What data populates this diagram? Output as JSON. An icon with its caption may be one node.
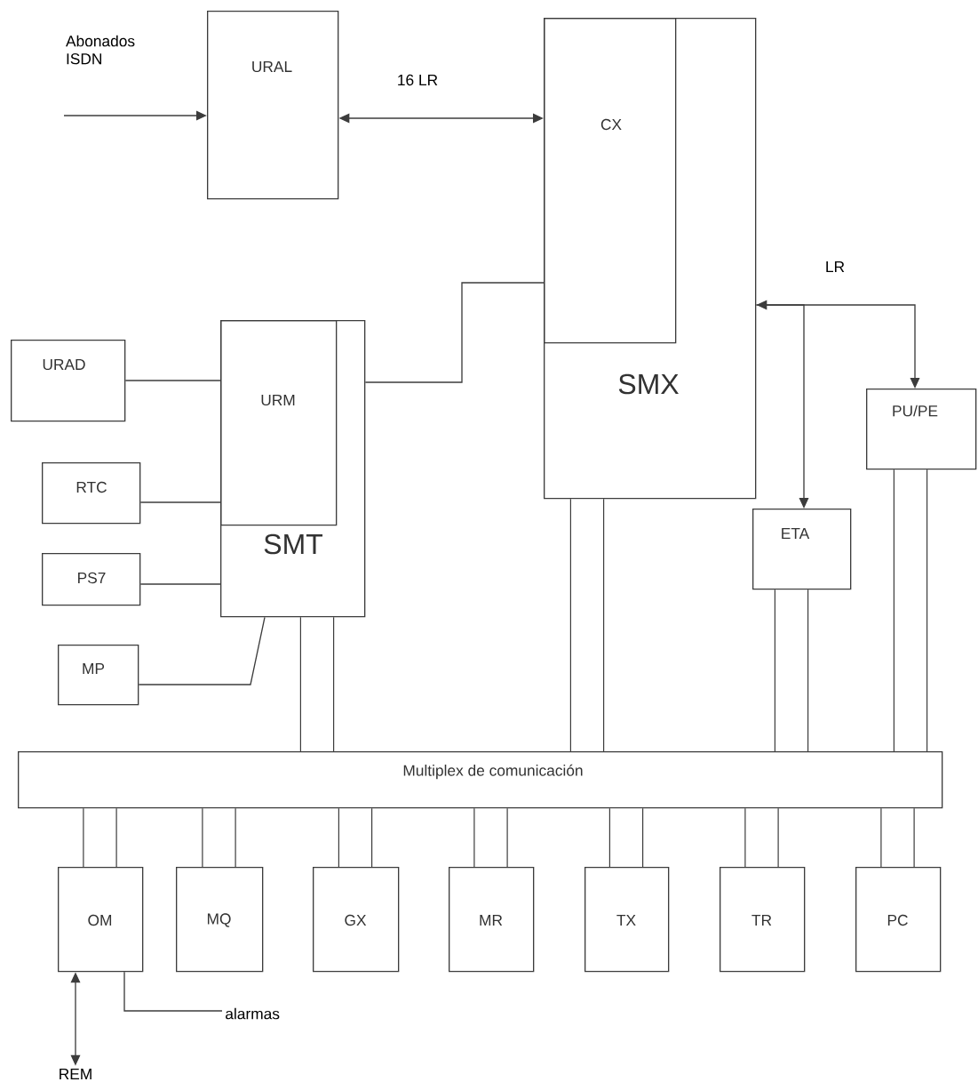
{
  "diagram": {
    "nodes": [
      {
        "text": [
          "Abonados ISDN"
        ]
      },
      {
        "text": [
          "URAL"
        ]
      },
      {
        "text": [
          "SMX"
        ]
      },
      {
        "text": [
          "CX"
        ],
        "in": 2
      },
      {
        "text": [
          "URAD"
        ]
      },
      {
        "text": [
          "SMT"
        ]
      },
      {
        "text": [
          "URM"
        ],
        "in": 5
      },
      {
        "text": [
          "RTC"
        ]
      },
      {
        "text": [
          "PS7"
        ]
      },
      {
        "text": [
          "MP"
        ]
      },
      {
        "text": [
          "ETA"
        ]
      },
      {
        "text": [
          "PU/PE"
        ]
      },
      {
        "text": [
          "Multiplex de comunicación"
        ]
      },
      {
        "text": [
          "OM"
        ]
      },
      {
        "text": [
          "MQ"
        ]
      },
      {
        "text": [
          "GX"
        ]
      },
      {
        "text": [
          "MR"
        ]
      },
      {
        "text": [
          "TX"
        ]
      },
      {
        "text": [
          "TR"
        ]
      },
      {
        "text": [
          "PC"
        ]
      },
      {
        "text": [
          "alarmas"
        ]
      },
      {
        "text": [
          "REM"
        ]
      }
    ],
    "edges": [
      {
        "from": 0,
        "to": 1,
        "arrow": "to"
      },
      {
        "from": 1,
        "to": 3,
        "arrow": "both",
        "label": "16 LR"
      },
      {
        "from": 5,
        "to": 3,
        "arrow": "none"
      },
      {
        "from": 4,
        "to": 6,
        "arrow": "none"
      },
      {
        "from": 7,
        "to": 6,
        "arrow": "none"
      },
      {
        "from": 8,
        "to": 5,
        "arrow": "none"
      },
      {
        "from": 9,
        "to": 5,
        "arrow": "none"
      },
      {
        "from": 2,
        "to": 10,
        "arrow": "both",
        "label": "LR"
      },
      {
        "from": 2,
        "to": 11,
        "arrow": "to"
      },
      {
        "from": 5,
        "to": 12,
        "arrow": "none",
        "style": "thick"
      },
      {
        "from": 2,
        "to": 12,
        "arrow": "none",
        "style": "thick"
      },
      {
        "from": 10,
        "to": 12,
        "arrow": "none",
        "style": "thick"
      },
      {
        "from": 11,
        "to": 12,
        "arrow": "none",
        "style": "thick"
      },
      {
        "from": 12,
        "to": 13,
        "arrow": "none",
        "style": "thick"
      },
      {
        "from": 12,
        "to": 14,
        "arrow": "none",
        "style": "thick"
      },
      {
        "from": 12,
        "to": 15,
        "arrow": "none",
        "style": "thick"
      },
      {
        "from": 12,
        "to": 16,
        "arrow": "none",
        "style": "thick"
      },
      {
        "from": 12,
        "to": 17,
        "arrow": "none",
        "style": "thick"
      },
      {
        "from": 12,
        "to": 18,
        "arrow": "none",
        "style": "thick"
      },
      {
        "from": 12,
        "to": 19,
        "arrow": "none",
        "style": "thick"
      },
      {
        "from": 13,
        "to": 21,
        "arrow": "both"
      },
      {
        "from": 13,
        "to": 20,
        "arrow": "none"
      }
    ]
  }
}
